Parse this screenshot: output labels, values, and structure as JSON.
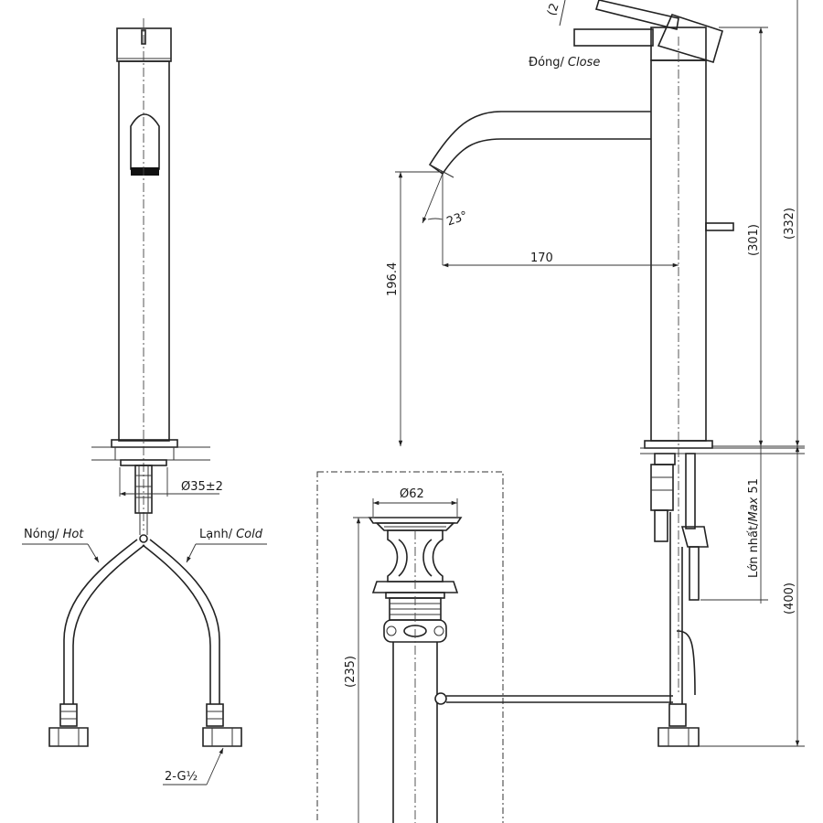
{
  "front_view": {
    "hot_label": "Nóng/",
    "hot_label_en": "Hot",
    "cold_label": "Lạnh/",
    "cold_label_en": "Cold",
    "supply_diameter": "Ø35±2",
    "hose_connection": "2-G½"
  },
  "side_view": {
    "close_label": "Đóng/",
    "close_label_en": "Close",
    "partial_label": "(2",
    "spout_angle": "23°",
    "spout_reach": "170",
    "spout_height": "196.4",
    "handle_height": "(301)",
    "overall_height": "(332)",
    "max_deck_thickness_vi": "Lớn nhất/",
    "max_deck_thickness_en": "Max",
    "max_deck_thickness_value": "51",
    "below_deck_length": "(400)"
  },
  "drain_view": {
    "drain_diameter": "Ø62",
    "drain_length": "(235)"
  }
}
